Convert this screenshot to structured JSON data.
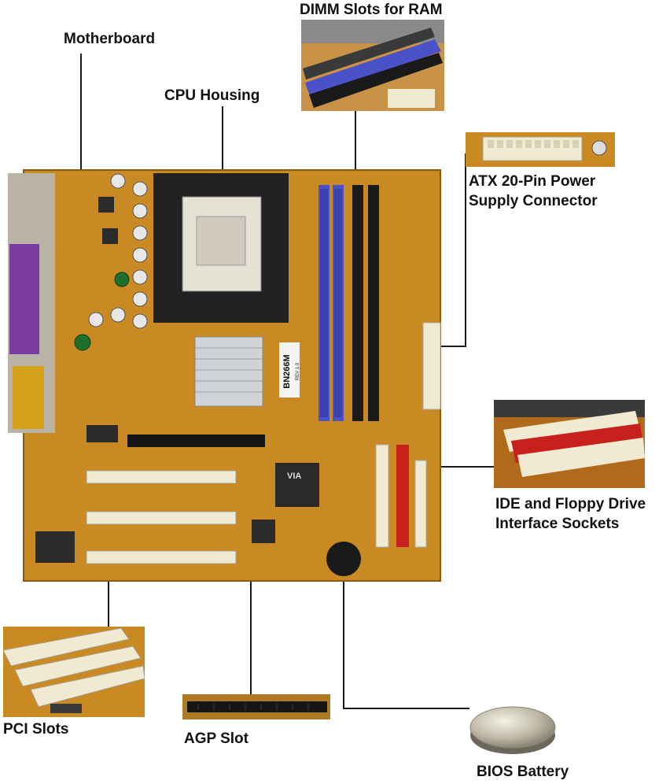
{
  "labels": {
    "motherboard": "Motherboard",
    "cpu_housing": "CPU Housing",
    "dimm": "DIMM Slots for RAM",
    "atx_line1": "ATX 20-Pin Power",
    "atx_line2": "Supply Connector",
    "ide_line1": "IDE and Floppy Drive",
    "ide_line2": "Interface Sockets",
    "pci": "PCI Slots",
    "agp": "AGP Slot",
    "bios": "BIOS Battery"
  },
  "board": {
    "chip_label": "BN266M",
    "chip_rev": "REV 1.0",
    "chipset_brand": "VIA"
  },
  "colors": {
    "board": "#c98a24",
    "dimm_blue": "#4b52c9",
    "dimm_black": "#1a1a1a",
    "ide_red": "#c8201c",
    "slot_cream": "#f1ead2",
    "leader_line": "#1a1a1a"
  }
}
